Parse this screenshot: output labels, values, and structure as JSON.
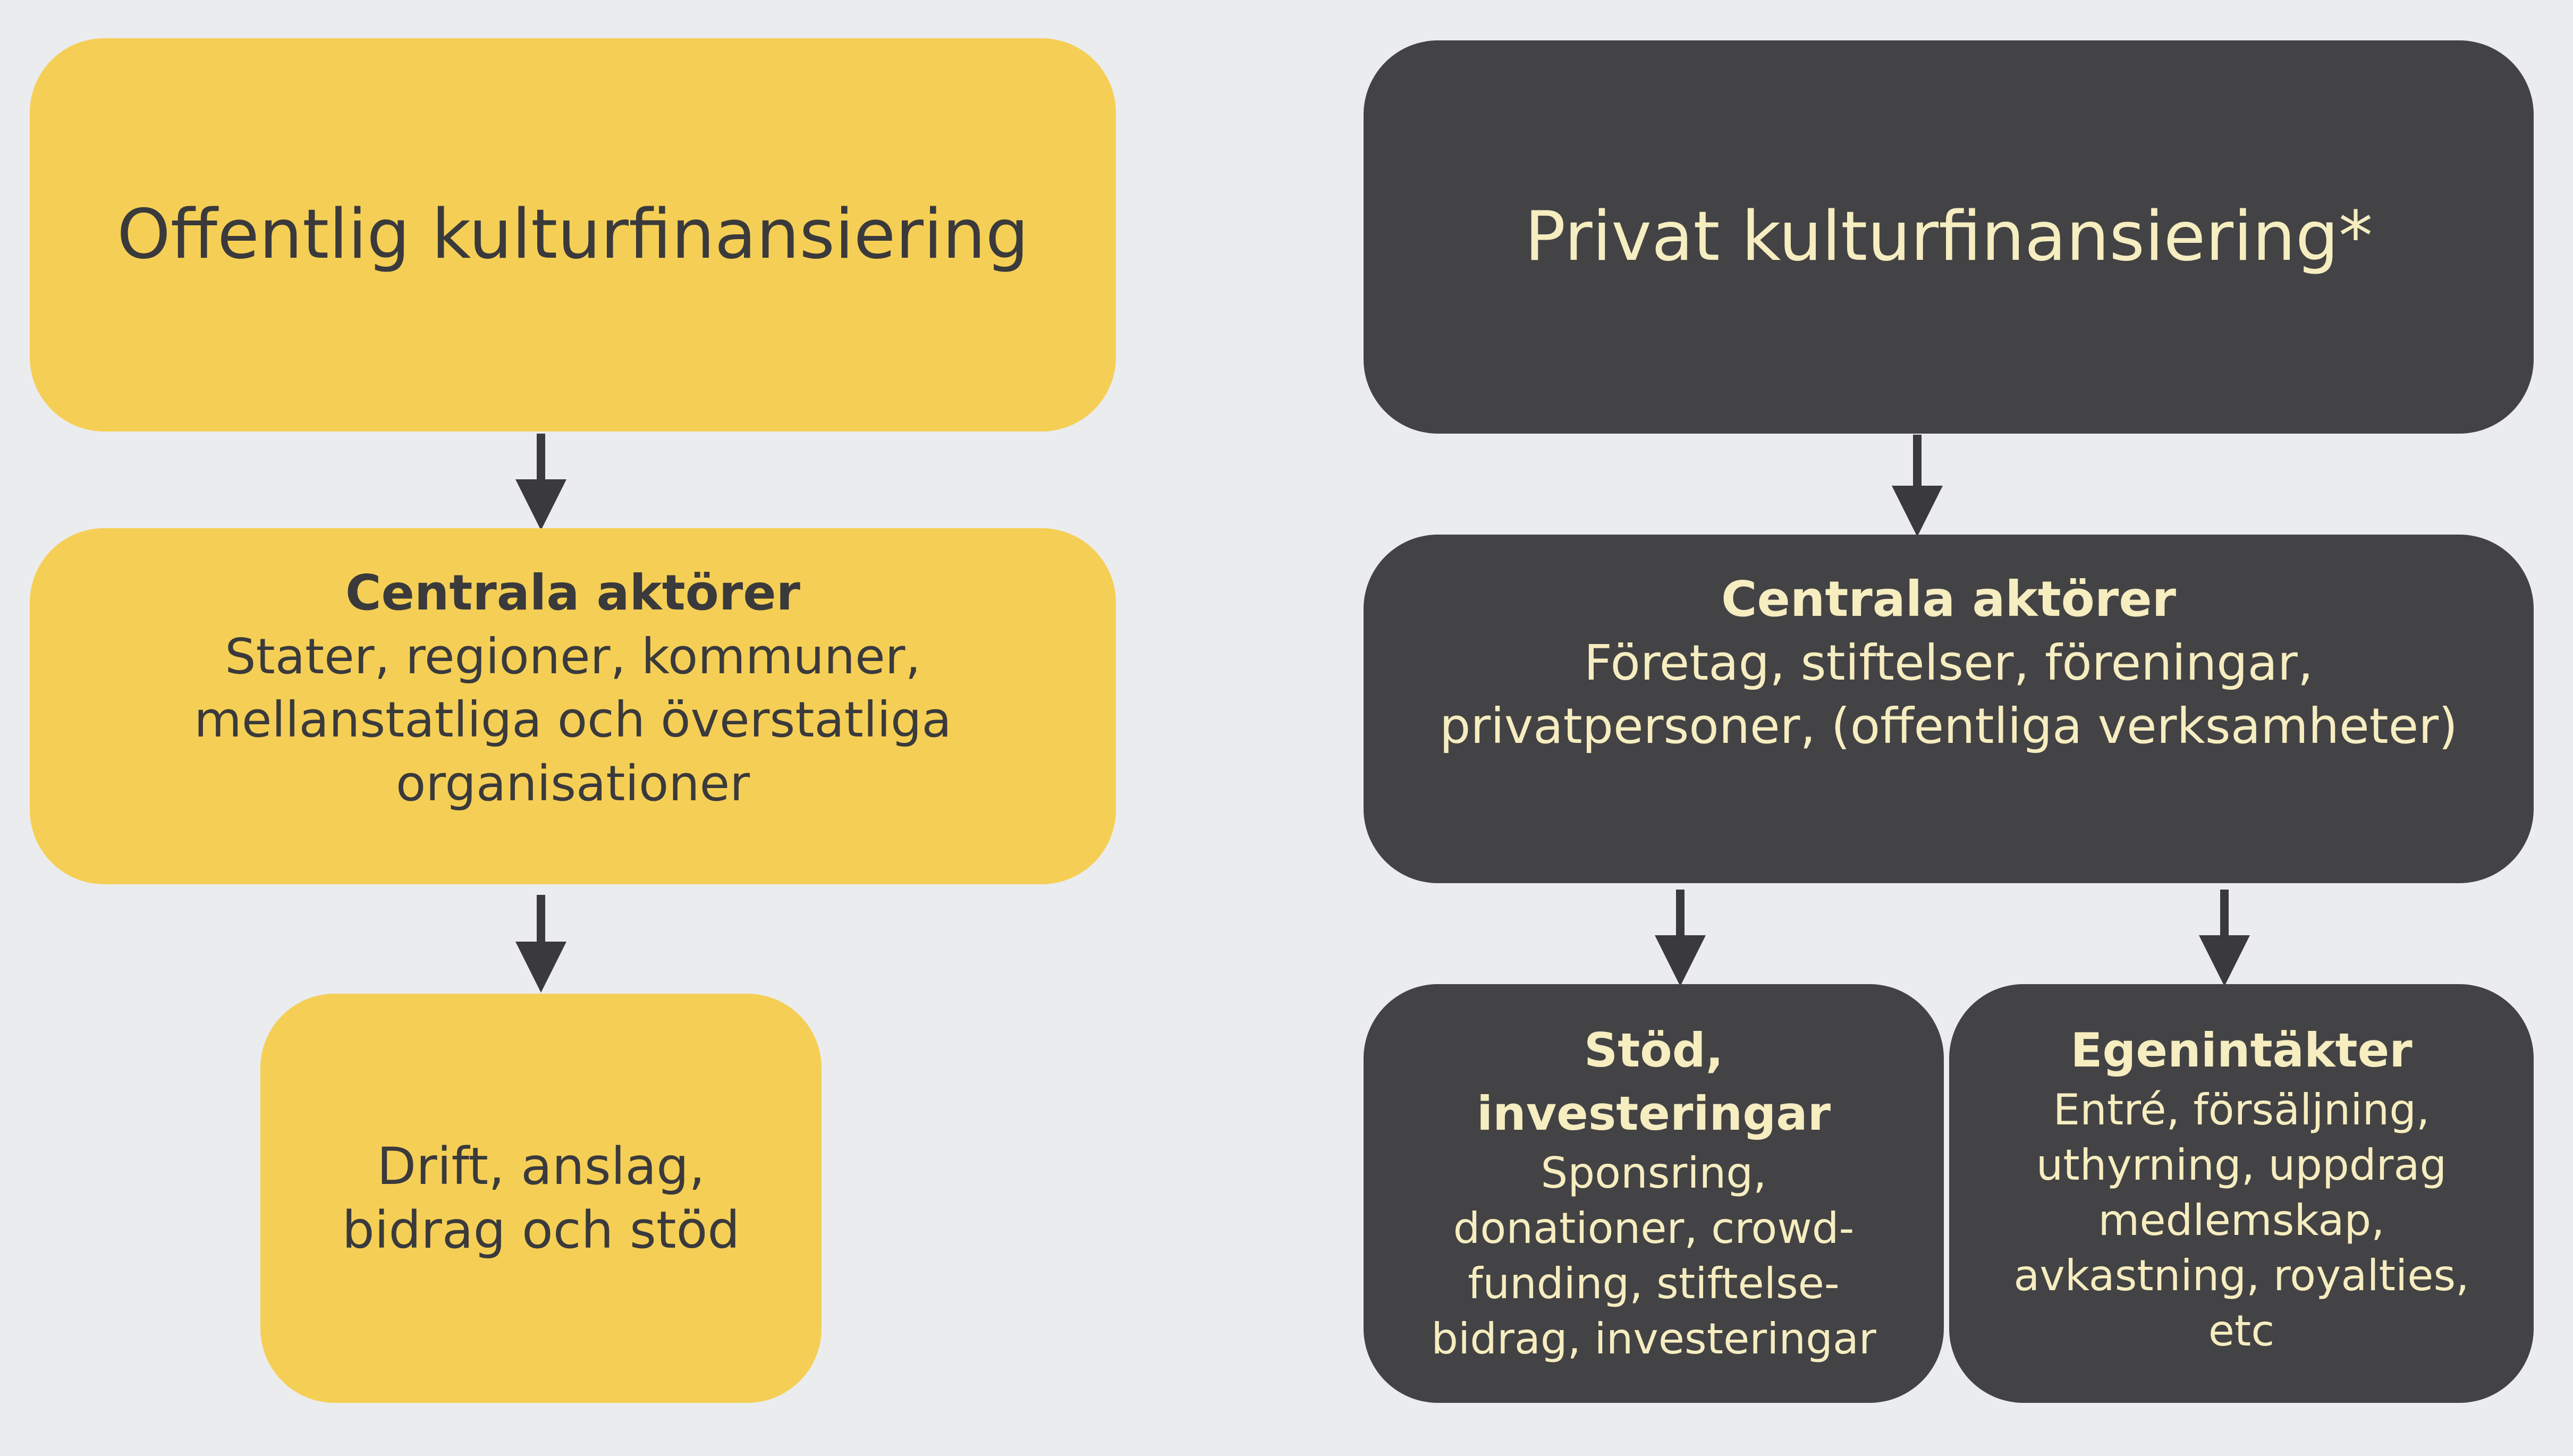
{
  "public": {
    "title": "Offentlig kulturfinansiering",
    "actors_heading": "Centrala aktörer",
    "actors_lines": [
      "Stater, regioner, kommuner,",
      "mellanstatliga och överstatliga",
      "organisationer"
    ],
    "result_lines": [
      "Drift, anslag,",
      "bidrag och stöd"
    ]
  },
  "private": {
    "title": "Privat kulturfinansiering*",
    "actors_heading": "Centrala aktörer",
    "actors_lines": [
      "Företag, stiftelser, föreningar,",
      "privatpersoner, (offentliga verksamheter)"
    ],
    "support": {
      "heading_lines": [
        "Stöd,",
        "investeringar"
      ],
      "lines": [
        "Sponsring,",
        "donationer, crowd-",
        "funding, stiftelse-",
        "bidrag, investeringar"
      ]
    },
    "own_income": {
      "heading": "Egenintäkter",
      "lines": [
        "Entré, försäljning,",
        "uthyrning, uppdrag",
        "medlemskap,",
        "avkastning, royalties,",
        "etc"
      ]
    }
  },
  "colors": {
    "background": "#EBECEE",
    "public_box": "#F5CF55",
    "private_box": "#434345",
    "private_text": "#F6EDC0",
    "arrow": "#3A3A3C"
  }
}
